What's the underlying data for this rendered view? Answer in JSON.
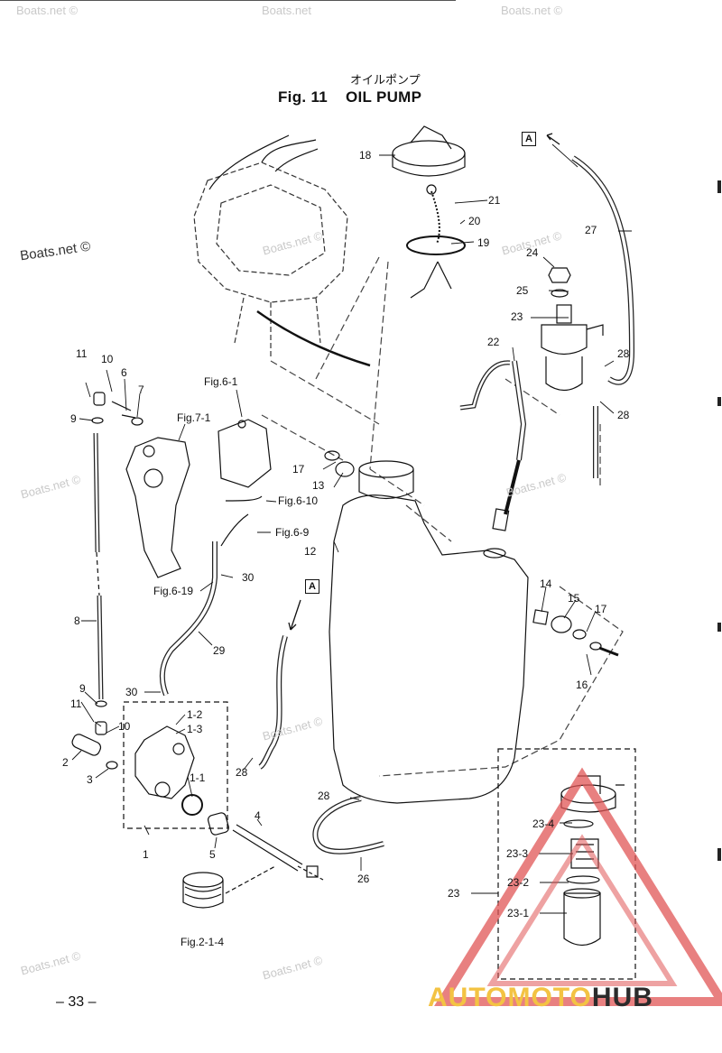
{
  "header": {
    "title_jp": "オイルポンプ",
    "fig": "Fig. 11",
    "title": "OIL PUMP"
  },
  "page": {
    "number": "– 33 –"
  },
  "watermarks": [
    "Boats.net ©",
    "Boats.net",
    "Boats.net ©",
    "Boats.net ©",
    "Boats.net ©",
    "Boats.net ©",
    "Boats.net ©",
    "Boats.net ©",
    "Boats.net ©",
    "Boats.net ©",
    "Boats.net ©"
  ],
  "brand": {
    "part1": "AUTOMOTO",
    "part2": "HUB"
  },
  "callouts": {
    "p18": "18",
    "p21": "21",
    "p20": "20",
    "p19": "19",
    "p27": "27",
    "p24": "24",
    "p25": "25",
    "p23a": "23",
    "p22": "22",
    "p28a": "28",
    "p28b": "28",
    "p11a": "11",
    "p10a": "10",
    "p6": "6",
    "p7": "7",
    "p9a": "9",
    "fig7_1": "Fig.7-1",
    "fig6_1": "Fig.6-1",
    "p17a": "17",
    "p13": "13",
    "fig6_10": "Fig.6-10",
    "fig6_9": "Fig.6-9",
    "p12": "12",
    "fig6_19": "Fig.6-19",
    "p30a": "30",
    "p14": "14",
    "p15": "15",
    "p17b": "17",
    "p16": "16",
    "p29": "29",
    "p8": "8",
    "p30b": "30",
    "p9b": "9",
    "p11b": "11",
    "p1_2": "1-2",
    "p1_3": "1-3",
    "p10b": "10",
    "p2": "2",
    "p3": "3",
    "p1_1": "1-1",
    "p28c": "28",
    "p28d": "28",
    "p4": "4",
    "p5": "5",
    "p1": "1",
    "p26": "26",
    "fig2_1_4": "Fig.2-1-4",
    "p23_4": "23-4",
    "p23_3": "23-3",
    "p23_2": "23-2",
    "p23_1": "23-1",
    "p23b": "23",
    "boxA1": "A",
    "boxA2": "A"
  },
  "colors": {
    "ink": "#111111",
    "watermark": "#c9c9c9",
    "brand_yellow": "#f3c343",
    "brand_dark": "#2b2b2b",
    "triangle": "#e05555"
  }
}
